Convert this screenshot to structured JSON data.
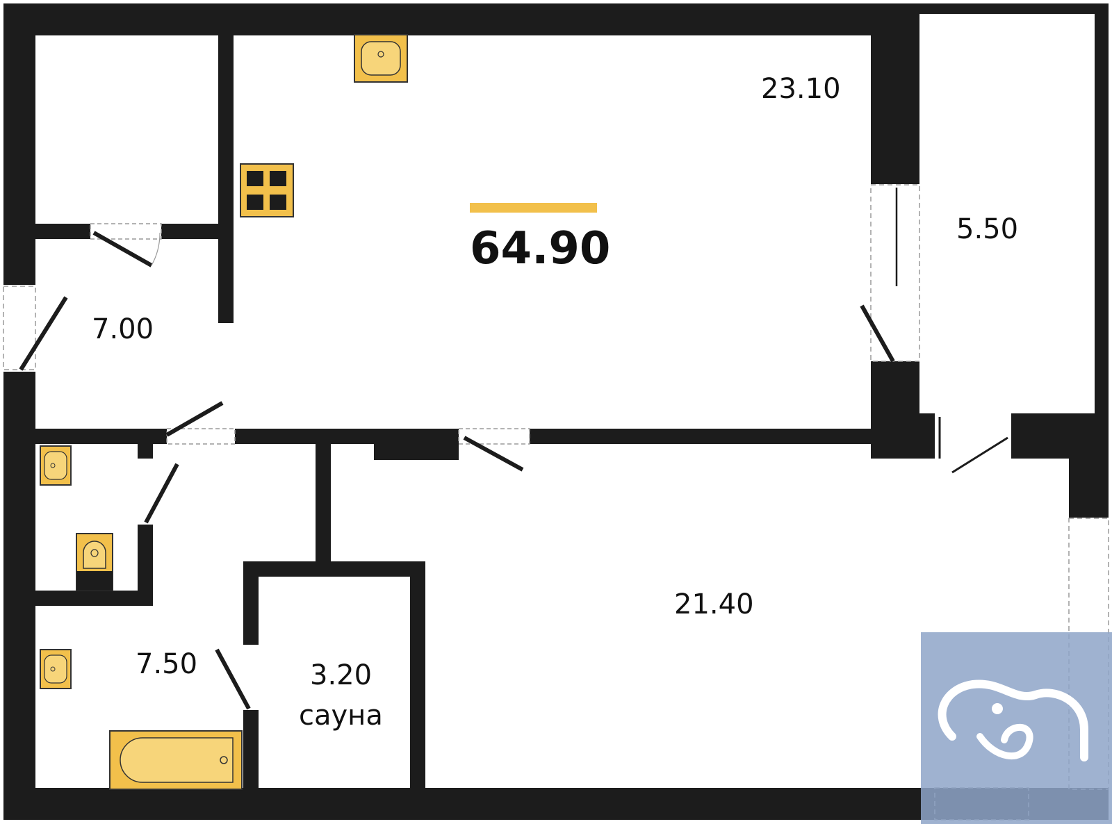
{
  "plan": {
    "total_area": "64.90",
    "accent_color": "#F2C04B",
    "wall_color": "#1C1C1C",
    "rooms": [
      {
        "id": "kitchen_living",
        "area": "23.10"
      },
      {
        "id": "hall",
        "area": "7.00"
      },
      {
        "id": "storage",
        "area": "5.50"
      },
      {
        "id": "bedroom",
        "area": "21.40"
      },
      {
        "id": "bathroom",
        "area": "7.50"
      },
      {
        "id": "sauna",
        "area": "3.20",
        "name": "сауна"
      }
    ]
  },
  "watermark": {
    "icon": "elephant-logo-icon",
    "color": "#8EA4C8"
  }
}
